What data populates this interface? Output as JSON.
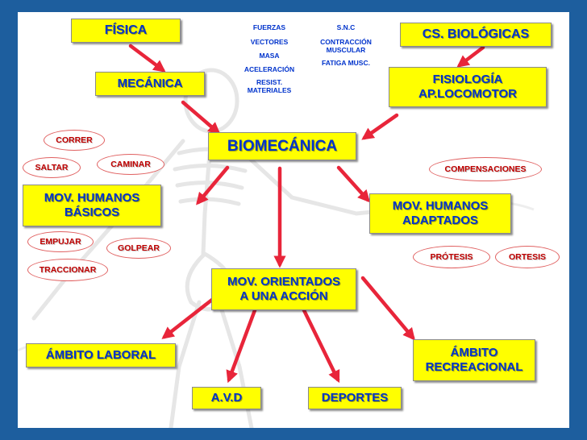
{
  "nodes": {
    "fisica": "FÍSICA",
    "cs_biologicas": "CS. BIOLÓGICAS",
    "mecanica": "MECÁNICA",
    "fisiologia": "FISIOLOGÍA\nAP.LOCOMOTOR",
    "biomecanica": "BIOMECÁNICA",
    "mov_basicos": "MOV. HUMANOS\nBÁSICOS",
    "mov_adaptados": "MOV. HUMANOS\nADAPTADOS",
    "mov_orientados": "MOV. ORIENTADOS\nA UNA ACCIÓN",
    "ambito_laboral": "ÁMBITO LABORAL",
    "ambito_recreacional": "ÁMBITO\nRECREACIONAL",
    "avd": "A.V.D",
    "deportes": "DEPORTES"
  },
  "physics_terms": [
    "FUERZAS",
    "VECTORES",
    "MASA",
    "ACELERACIÓN",
    "RESIST.\nMATERIALES"
  ],
  "biology_terms": [
    "S.N.C",
    "CONTRACCIÓN\nMUSCULAR",
    "FATIGA MUSC."
  ],
  "ovals": {
    "correr": "CORRER",
    "saltar": "SALTAR",
    "caminar": "CAMINAR",
    "empujar": "EMPUJAR",
    "golpear": "GOLPEAR",
    "traccionar": "TRACCIONAR",
    "compensaciones": "COMPENSACIONES",
    "protesis": "PRÓTESIS",
    "ortesis": "ORTESIS"
  },
  "colors": {
    "background": "#1d5e9e",
    "box_fill": "#ffff00",
    "box_text": "#0033cc",
    "arrow": "#e8253a",
    "oval_text": "#c00000"
  }
}
